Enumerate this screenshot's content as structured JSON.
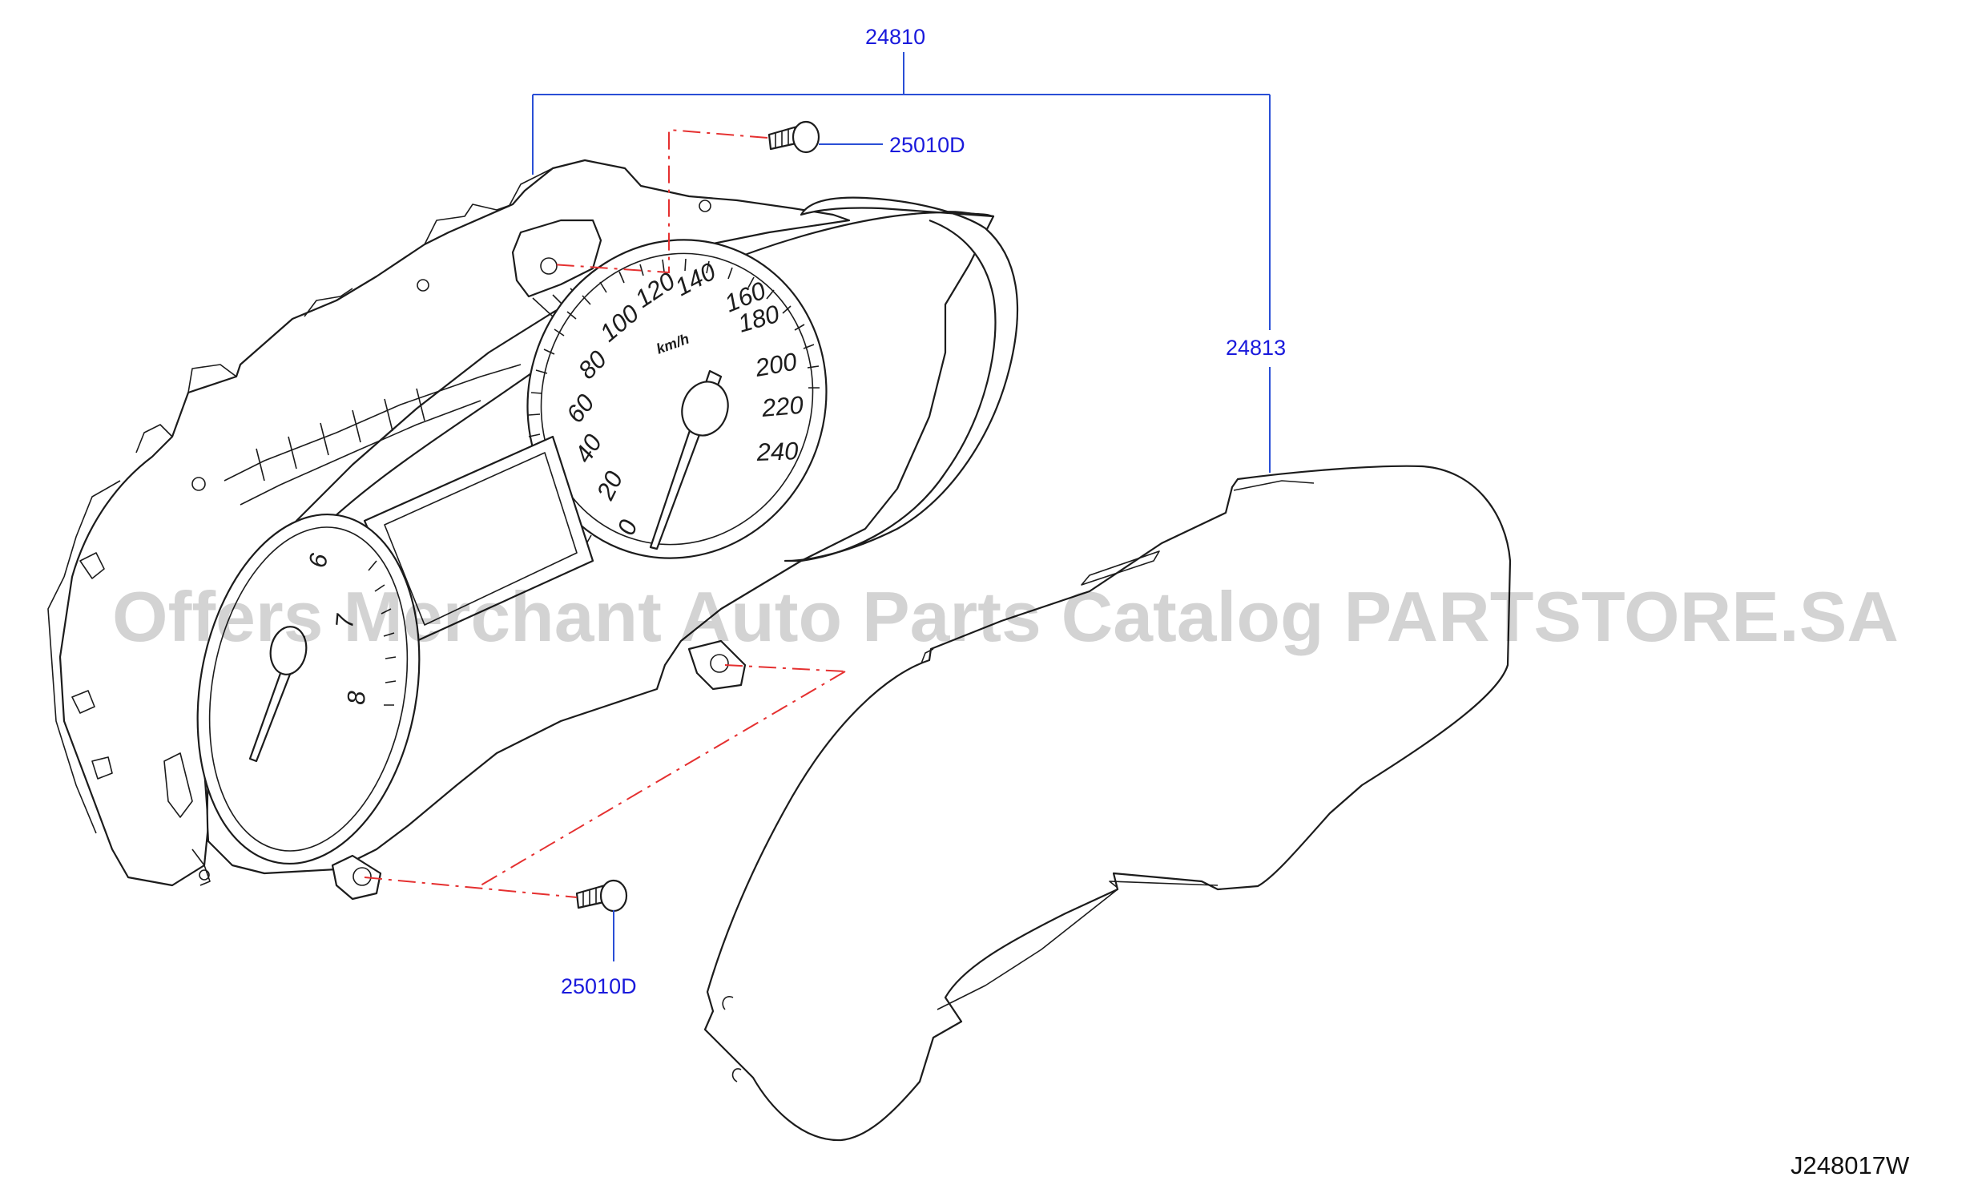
{
  "callouts": {
    "assembly": "24810",
    "lens": "24813",
    "screw_top": "25010D",
    "screw_bottom": "25010D"
  },
  "speedometer": {
    "unit": "km/h",
    "scale": [
      "0",
      "20",
      "40",
      "60",
      "80",
      "100",
      "120",
      "140",
      "160",
      "180",
      "200",
      "220",
      "240"
    ]
  },
  "tachometer": {
    "scale": [
      "6",
      "7",
      "8"
    ]
  },
  "diagram_code": "J248017W",
  "watermark": "Offers Merchant Auto Parts Catalog PARTSTORE.SA",
  "colors": {
    "callout": "#1a1adc",
    "leader": "#2a4fd6",
    "center_line": "#e53030",
    "outline": "#1c1c1c"
  }
}
